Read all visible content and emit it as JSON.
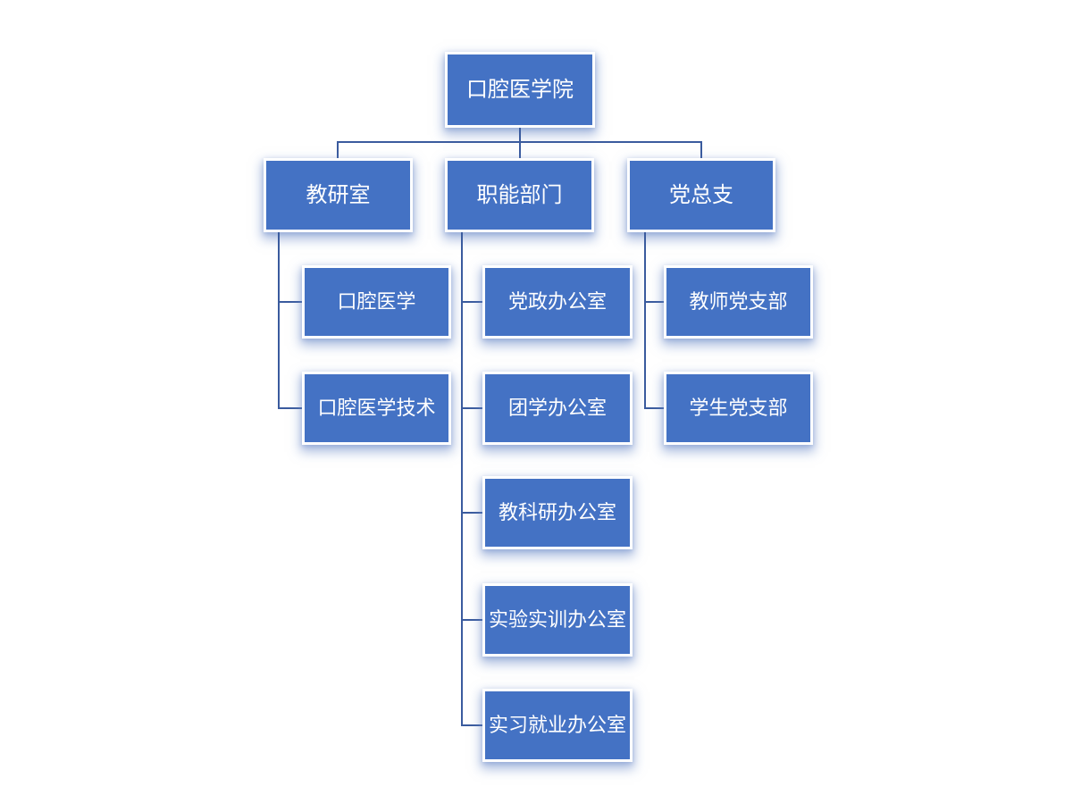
{
  "org_chart": {
    "type": "org-chart",
    "root": {
      "label": "口腔医学院"
    },
    "branches": [
      {
        "label": "教研室",
        "children": [
          "口腔医学",
          "口腔医学技术"
        ]
      },
      {
        "label": "职能部门",
        "children": [
          "党政办公室",
          "团学办公室",
          "教科研办公室",
          "实验实训办公室",
          "实习就业办公室"
        ]
      },
      {
        "label": "党总支",
        "children": [
          "教师党支部",
          "学生党支部"
        ]
      }
    ],
    "colors": {
      "node_fill": "#4472C4",
      "node_border": "#FFFFFF",
      "connector": "#3A5B9E",
      "text": "#FFFFFF",
      "background": "#FFFFFF"
    }
  }
}
